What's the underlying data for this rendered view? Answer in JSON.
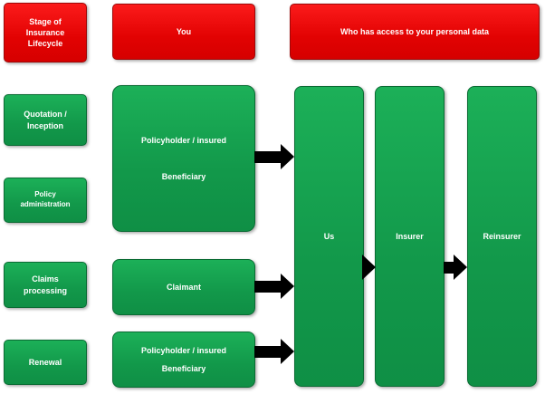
{
  "headers": {
    "stage": "Stage of Insurance Lifecycle",
    "you": "You",
    "access": "Who has access to your personal data"
  },
  "stages": [
    {
      "label": "Quotation / Inception"
    },
    {
      "label": "Policy administration"
    },
    {
      "label": "Claims processing"
    },
    {
      "label": "Renewal"
    }
  ],
  "actors": {
    "top": {
      "line1": "Policyholder / insured",
      "line2": "Beneficiary"
    },
    "claimant": {
      "label": "Claimant"
    },
    "bottom": {
      "line1": "Policyholder / insured",
      "line2": "Beneficiary"
    }
  },
  "recipients": [
    {
      "label": "Us"
    },
    {
      "label": "Insurer"
    },
    {
      "label": "Reinsurer"
    }
  ],
  "colors": {
    "red": "#e20202",
    "green": "#12984a",
    "arrow": "#000000"
  }
}
